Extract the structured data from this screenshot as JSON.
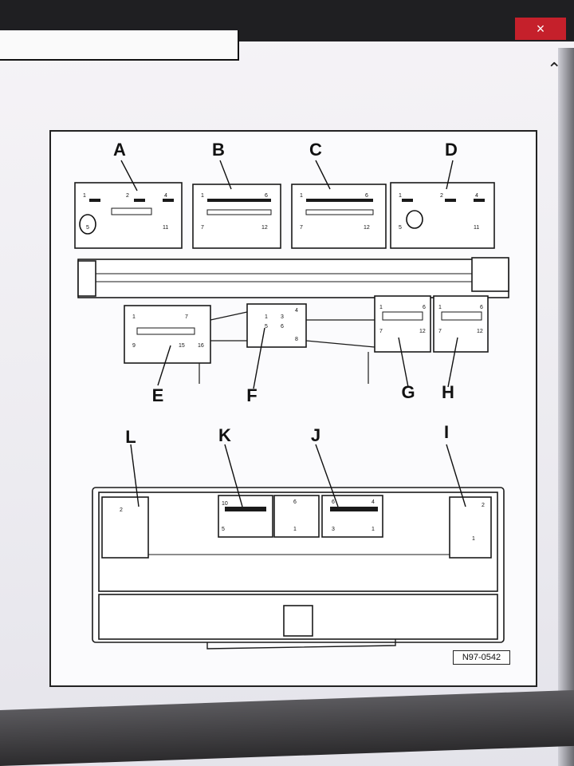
{
  "window": {
    "close_glyph": "×",
    "scroll_glyph": "⌃"
  },
  "diagram": {
    "reference": "N97-0542",
    "labels_top": [
      "A",
      "B",
      "C",
      "D"
    ],
    "labels_mid": [
      "E",
      "F",
      "G",
      "H"
    ],
    "labels_bottom": [
      "L",
      "K",
      "J",
      "I"
    ],
    "pins": {
      "A": [
        "1",
        "2",
        "4",
        "5",
        "11"
      ],
      "B": [
        "1",
        "6",
        "7",
        "12"
      ],
      "C": [
        "1",
        "6",
        "7",
        "12"
      ],
      "D": [
        "1",
        "2",
        "4",
        "5",
        "11"
      ],
      "E": [
        "1",
        "7",
        "9",
        "15",
        "16"
      ],
      "F": [
        "1",
        "3",
        "4",
        "5",
        "6",
        "8"
      ],
      "G": [
        "1",
        "6",
        "7",
        "12"
      ],
      "H": [
        "1",
        "6",
        "7",
        "12"
      ],
      "K": [
        "10",
        "6",
        "5",
        "1"
      ],
      "J": [
        "6",
        "4",
        "3",
        "1"
      ],
      "L": [
        "2"
      ],
      "I": [
        "2",
        "1"
      ]
    }
  }
}
